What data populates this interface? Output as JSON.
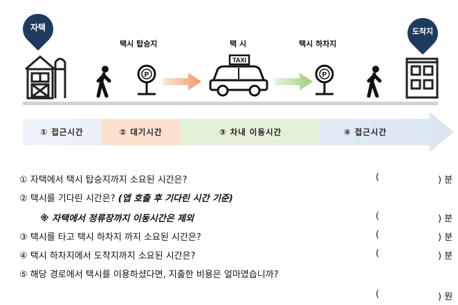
{
  "pins": {
    "origin": "자택",
    "destination": "도착지"
  },
  "stages": {
    "taxi_stop": "택시 탑승지",
    "taxi": "택 시",
    "taxi_dropoff": "택시 하차지"
  },
  "sign_text": "TAXI",
  "timeline": [
    {
      "label": "① 접근시간",
      "color": "#dbe6f3"
    },
    {
      "label": "② 대기시간",
      "color": "#fce1cf"
    },
    {
      "label": "③ 차내 이동시간",
      "color": "#e4f1d9"
    },
    {
      "label": "④ 접근시간",
      "color": "#dbe6f3"
    }
  ],
  "questions": [
    {
      "text": "① 자택에서 택시 탑승지까지 소요된 시간은?",
      "open": "(",
      "unit": ") 분"
    },
    {
      "text": "② 택시를 기다린 시간은?",
      "note": "(앱 호출 후 기다린 시간 기준)"
    },
    {
      "text": "※ 자택에서 정류장까지 이동시간은 제외",
      "open": "(",
      "unit": ") 분"
    },
    {
      "text": "③ 택시를 타고 택시 하차지 까지 소요된 시간은?",
      "open": "(",
      "unit": ") 분"
    },
    {
      "text": "④ 택시 하차지에서 도착지까지 소요된 시간은?",
      "open": "(",
      "unit": ") 분"
    },
    {
      "text": "⑤ 해당 경로에서 택시를 이용하셨다면, 지출한 비용은 얼마였습니까?"
    },
    {
      "open": "(",
      "unit": ") 원"
    }
  ]
}
